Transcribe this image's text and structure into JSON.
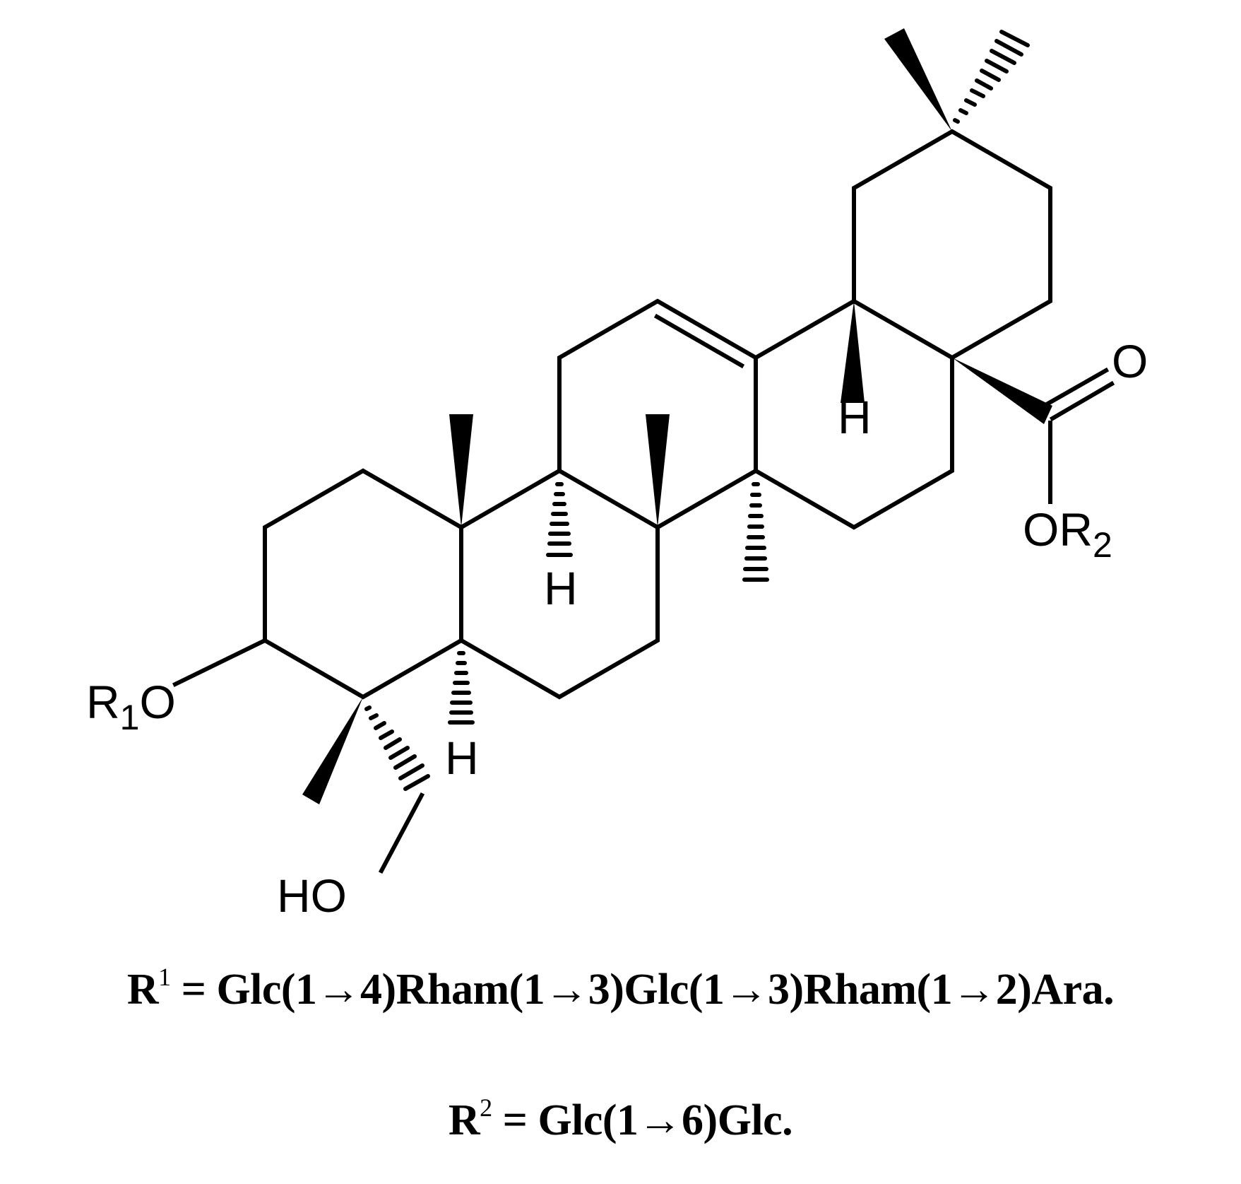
{
  "figure": {
    "type": "chemical-structure",
    "description": "Oleanane-type triterpenoid saponin skeleton",
    "colors": {
      "ink": "#000000",
      "background": "#ffffff"
    }
  },
  "atom_labels": {
    "r1o": {
      "main": "R",
      "sub": "1",
      "tail": "O"
    },
    "ho": "HO",
    "h_c5": "H",
    "h_c9": "H",
    "h_c18": "H",
    "carbonyl_o": "O",
    "or2": {
      "main": "OR",
      "sub": "2"
    }
  },
  "captions": {
    "r1": {
      "label": "R",
      "sup": "1",
      "text": " = Glc(1→4)Rham(1→3)Glc(1→3)Rham(1→2)Ara."
    },
    "r2": {
      "label": "R",
      "sup": "2",
      "text": " = Glc(1→6)Glc."
    }
  }
}
